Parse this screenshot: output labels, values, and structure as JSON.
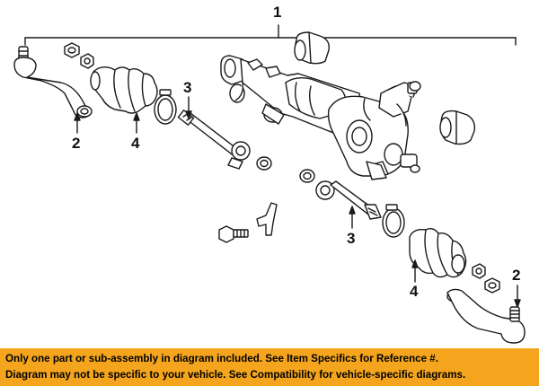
{
  "callouts": {
    "assembly": "1",
    "tie_rod_end_left": "2",
    "tie_rod_end_right": "2",
    "inner_tie_rod_left": "3",
    "inner_tie_rod_right": "3",
    "boot_left": "4",
    "boot_right": "4"
  },
  "footer": {
    "line1": "Only one part or sub-assembly in diagram included. See Item Specifics for Reference #.",
    "line2": "Diagram may not be specific to your vehicle. See Compatibility for vehicle-specific diagrams."
  },
  "colors": {
    "banner": "#f4a51d",
    "line": "#1a1a1a"
  }
}
